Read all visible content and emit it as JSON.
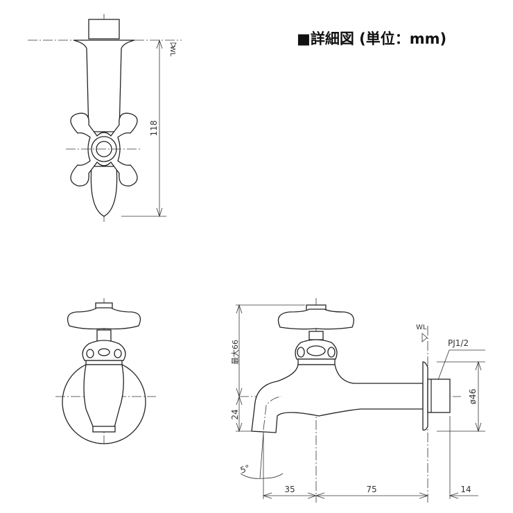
{
  "title": "■詳細図 (単位：mm)",
  "top_view": {
    "wl_label": "WL",
    "height_dim": "118"
  },
  "side_view": {
    "max_height_dim": "最大66",
    "spout_drop_dim": "24",
    "flange_diameter_dim": "ø46",
    "thread_label": "PJ1/2",
    "wl_label": "WL",
    "angle_label": "5°",
    "spout_offset_dim": "35",
    "reach_dim": "75",
    "thread_length_dim": "14"
  }
}
